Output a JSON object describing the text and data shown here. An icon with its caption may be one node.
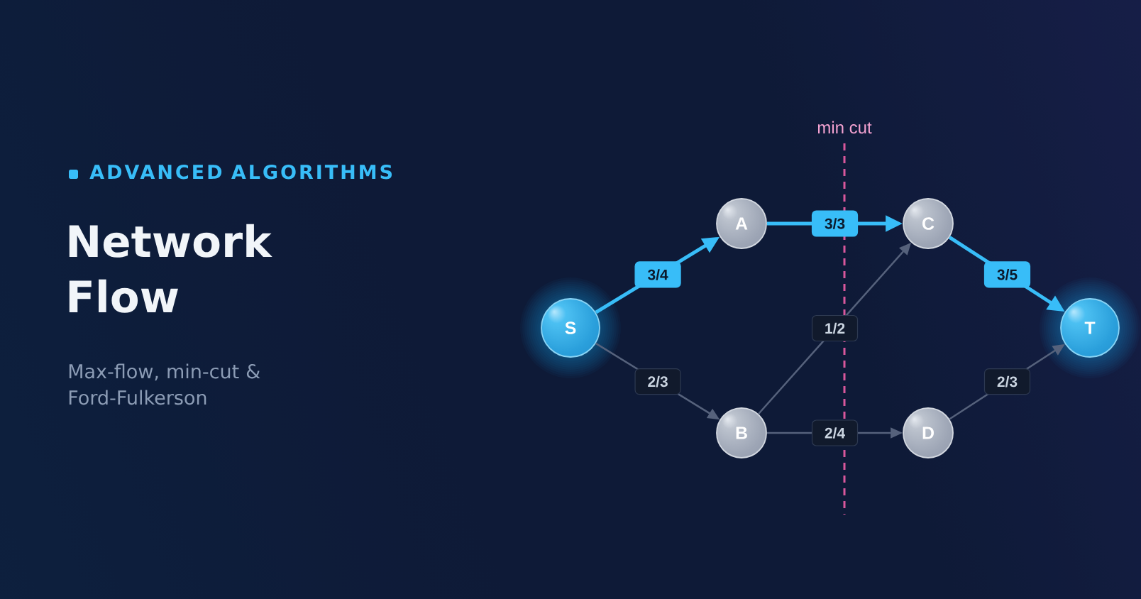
{
  "diagram": {
    "title": "Network Flow",
    "nodes": [
      {
        "text": [
          "S"
        ]
      },
      {
        "text": [
          "A"
        ]
      },
      {
        "text": [
          "B"
        ]
      },
      {
        "text": [
          "C"
        ]
      },
      {
        "text": [
          "D"
        ]
      },
      {
        "text": [
          "T"
        ]
      }
    ],
    "edges": [
      {
        "from": 0,
        "to": 1,
        "arrow": "to",
        "label": "3/4",
        "style": "thick",
        "color": "#38bdf8"
      },
      {
        "from": 0,
        "to": 2,
        "arrow": "to",
        "label": "2/3"
      },
      {
        "from": 1,
        "to": 3,
        "arrow": "to",
        "label": "3/3",
        "style": "thick",
        "color": "#38bdf8"
      },
      {
        "from": 2,
        "to": 3,
        "arrow": "to",
        "label": "1/2"
      },
      {
        "from": 2,
        "to": 4,
        "arrow": "to",
        "label": "2/4"
      },
      {
        "from": 3,
        "to": 5,
        "arrow": "to",
        "label": "3/5",
        "style": "thick",
        "color": "#38bdf8"
      },
      {
        "from": 4,
        "to": 5,
        "arrow": "to",
        "label": "2/3"
      }
    ],
    "labels": [
      "ADVANCED ALGORITHMS",
      "Max-flow, min-cut & Ford-Fulkerson",
      "min cut"
    ]
  }
}
